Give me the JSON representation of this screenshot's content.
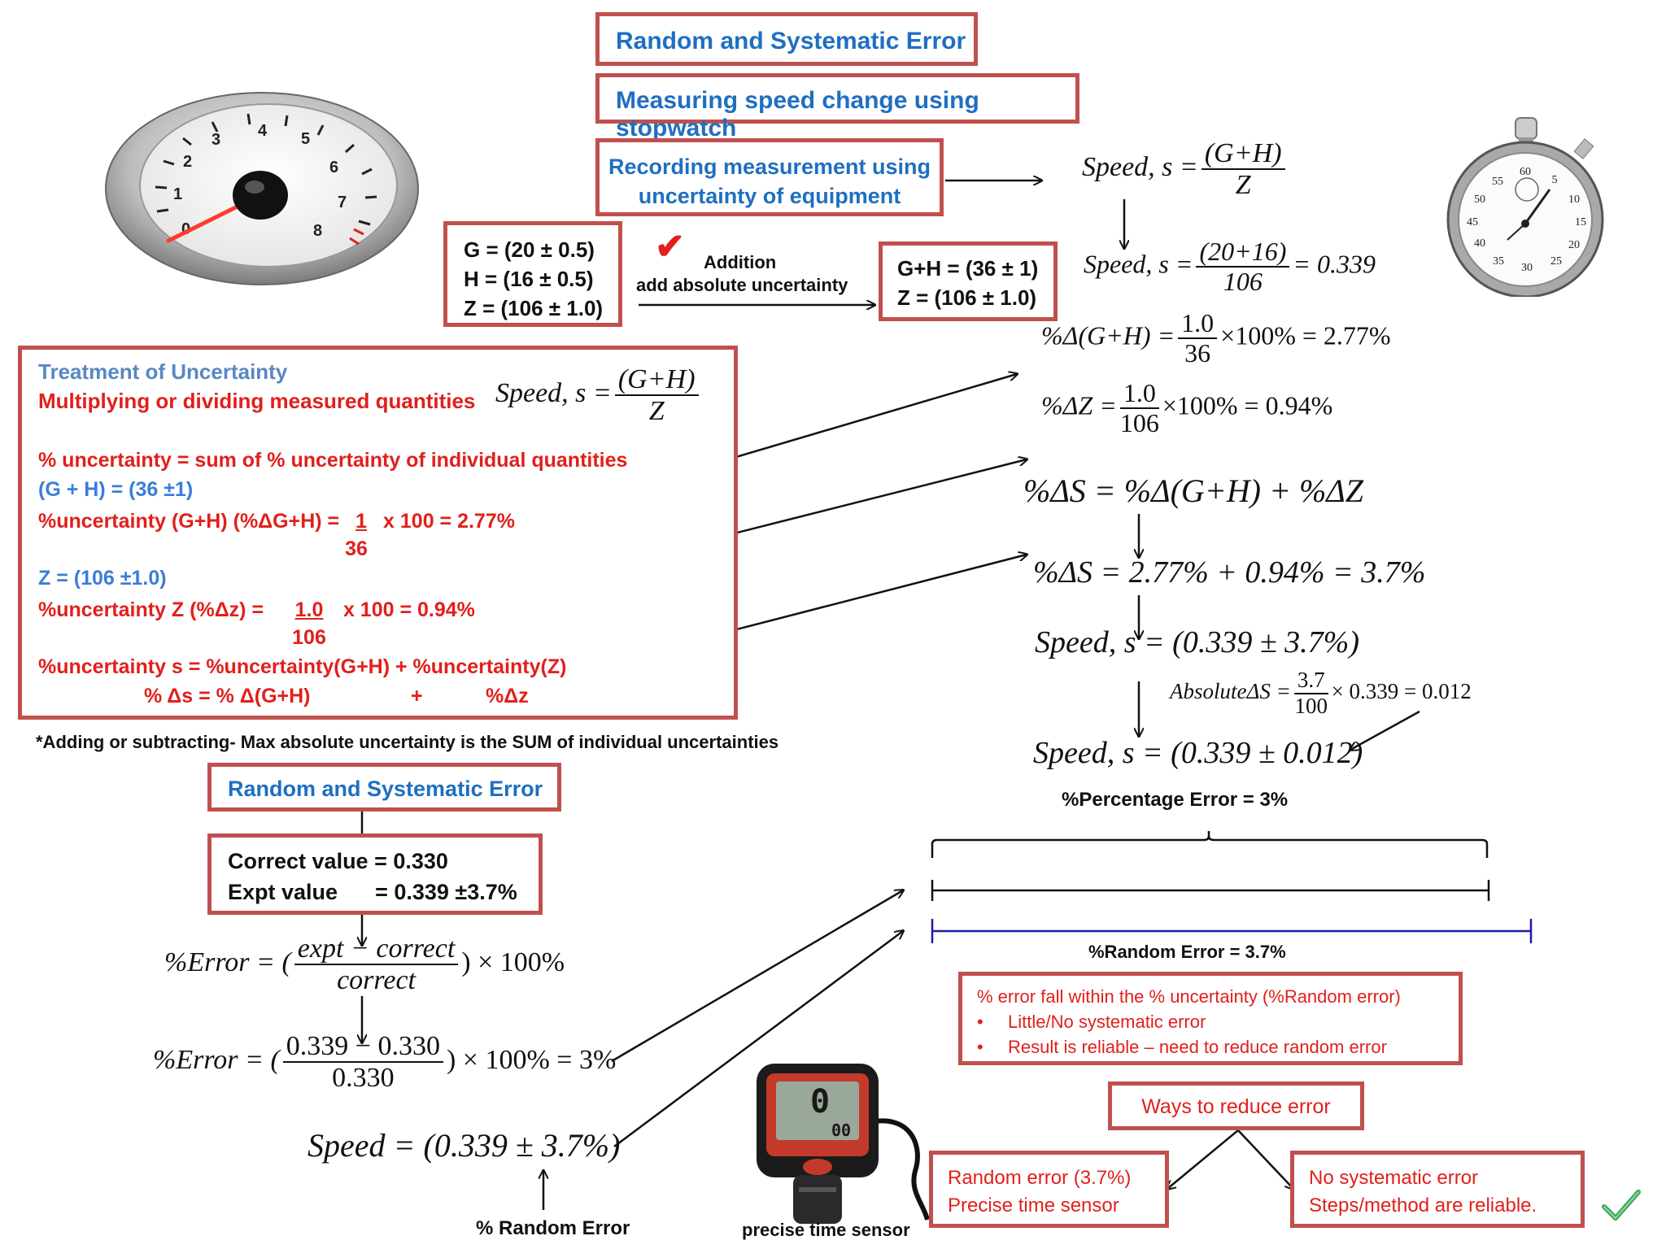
{
  "headers": {
    "title1": "Random and Systematic Error",
    "title2": "Measuring speed change using stopwatch",
    "title3_line1": "Recording measurement using",
    "title3_line2": "uncertainty of equipment"
  },
  "speedometer": {
    "ticks": [
      "0",
      "1",
      "2",
      "3",
      "4",
      "5",
      "6",
      "7",
      "8"
    ]
  },
  "stopwatch": {
    "ticks": [
      "60",
      "5",
      "10",
      "15",
      "20",
      "25",
      "30",
      "35",
      "40",
      "45",
      "50",
      "55"
    ]
  },
  "values_box": {
    "g": "G = (20 ± 0.5)",
    "h": "H = (16 ± 0.5)",
    "z": "Z = (106 ± 1.0)"
  },
  "addition": {
    "checkmark": "✔",
    "label": "Addition",
    "sublabel": "add absolute uncertainty"
  },
  "sum_box": {
    "gh": "G+H = (36 ± 1)",
    "z": "Z = (106 ± 1.0)"
  },
  "eq": {
    "speed_label": "Speed, s =",
    "speed_num": "(G+H)",
    "speed_den": "Z",
    "speed2_num": "(20+16)",
    "speed2_den": "106",
    "speed2_result": "= 0.339",
    "pct_gh_label": "%Δ(G+H) =",
    "pct_gh_num": "1.0",
    "pct_gh_den": "36",
    "pct_gh_result": "×100% = 2.77%",
    "pct_z_label": "%ΔZ =",
    "pct_z_num": "1.0",
    "pct_z_den": "106",
    "pct_z_result": "×100% = 0.94%",
    "pct_s_formula": "%ΔS = %Δ(G+H) + %ΔZ",
    "pct_s_value": "%ΔS = 2.77% + 0.94% = 3.7%",
    "speed_pct": "Speed, s = (0.339 ± 3.7%)",
    "abs_label": "AbsoluteΔS =",
    "abs_num": "3.7",
    "abs_den": "100",
    "abs_result": "× 0.339 = 0.012",
    "speed_abs": "Speed, s = (0.339 ± 0.012)"
  },
  "treatment": {
    "heading": "Treatment of Uncertainty",
    "subheading": "Multiplying or dividing measured quantities",
    "formula_label": "Speed, s =",
    "formula_num": "(G+H)",
    "formula_den": "Z",
    "rule": "% uncertainty = sum of % uncertainty of individual quantities",
    "gh": "(G + H) = (36 ±1)",
    "gh_line_a": "%uncertainty (G+H) (%ΔG+H) =",
    "gh_num": "1",
    "gh_den": "36",
    "gh_line_b": "x 100 = 2.77%",
    "z": "Z = (106 ±1.0)",
    "z_line_a": "%uncertainty Z  (%Δz) =",
    "z_num": "1.0",
    "z_den": "106",
    "z_line_b": "x 100 = 0.94%",
    "s_line": "%uncertainty s = %uncertainty(G+H) + %uncertainty(Z)",
    "s_a": "% Δs = % Δ(G+H)",
    "s_plus": "+",
    "s_b": "%Δz"
  },
  "note": "*Adding or subtracting- Max absolute uncertainty is the SUM of individual uncertainties",
  "lower": {
    "title": "Random and Systematic Error",
    "correct": "Correct value = 0.330",
    "expt_label": "Expt value",
    "expt_value": "= 0.339 ±3.7%",
    "err_label": "%Error = (",
    "err_num": "expt − correct",
    "err_den": "correct",
    "err_tail": ") × 100%",
    "err2_label": "%Error = (",
    "err2_num": "0.339 − 0.330",
    "err2_den": "0.330",
    "err2_tail": ") × 100% = 3%",
    "speed": "Speed = (0.339 ± 3.7%)",
    "random_label": "% Random Error",
    "sensor_label": "precise time sensor",
    "sensor_display": "0",
    "sensor_display2": "00"
  },
  "scale": {
    "pct_error": "%Percentage Error = 3%",
    "random_error": "%Random Error = 3.7%"
  },
  "conclusion": {
    "line1": "% error fall within the % uncertainty (%Random error)",
    "bullet1": "Little/No systematic error",
    "bullet2": "Result is reliable – need to reduce random error"
  },
  "reduce": {
    "title": "Ways to reduce error",
    "left1": "Random error (3.7%)",
    "left2": "Precise time sensor",
    "right1": "No systematic error",
    "right2": "Steps/method are reliable."
  },
  "colors": {
    "box_border": "#c0504d",
    "blue": "#1f6fc1",
    "red": "#e0201c",
    "navy": "#1a1aa6"
  }
}
